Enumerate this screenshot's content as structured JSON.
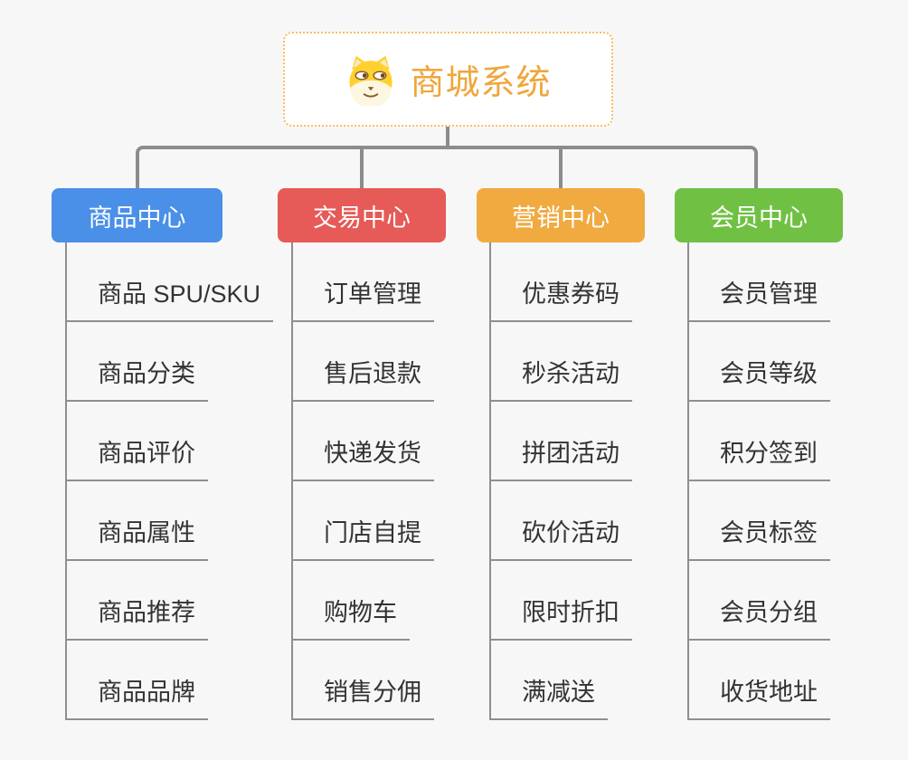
{
  "page": {
    "background_color": "#f7f7f7",
    "connector_color": "#8c8c8c"
  },
  "root": {
    "title": "商城系统",
    "icon": "dog-face-icon",
    "text_color": "#efa63b",
    "border_color": "#f6be5f"
  },
  "branches": [
    {
      "label": "商品中心",
      "color": "#4a8fe8",
      "items": [
        "商品 SPU/SKU",
        "商品分类",
        "商品评价",
        "商品属性",
        "商品推荐",
        "商品品牌"
      ]
    },
    {
      "label": "交易中心",
      "color": "#e65a57",
      "items": [
        "订单管理",
        "售后退款",
        "快递发货",
        "门店自提",
        "购物车",
        "销售分佣"
      ]
    },
    {
      "label": "营销中心",
      "color": "#f0aa40",
      "items": [
        "优惠券码",
        "秒杀活动",
        "拼团活动",
        "砍价活动",
        "限时折扣",
        "满减送"
      ]
    },
    {
      "label": "会员中心",
      "color": "#70c143",
      "items": [
        "会员管理",
        "会员等级",
        "积分签到",
        "会员标签",
        "会员分组",
        "收货地址"
      ]
    }
  ]
}
